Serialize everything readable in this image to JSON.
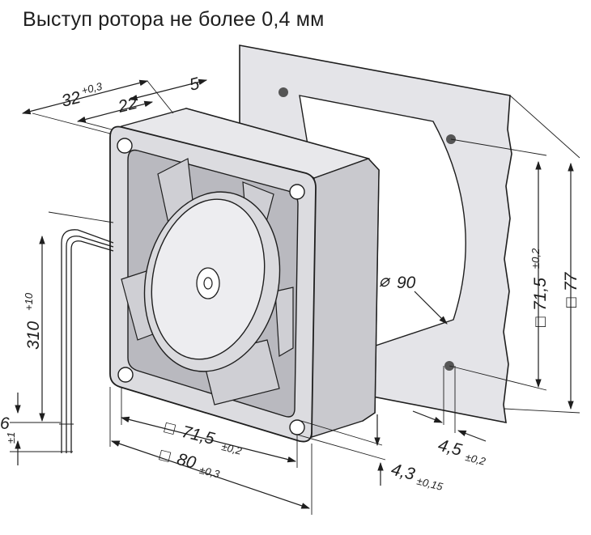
{
  "caption": "Выступ ротора не более 0,4 мм",
  "dimensions": {
    "depth": {
      "value": "32",
      "tol": "+0,3"
    },
    "depth_frame": {
      "value": "22"
    },
    "rotor_offset": {
      "value": "5"
    },
    "cable_length": {
      "value": "310",
      "tol": "+10"
    },
    "strip_length": {
      "value": "6",
      "tol": "±1"
    },
    "hole_pitch_bottom": {
      "prefix": "□",
      "value": "71,5",
      "tol": "±0,2"
    },
    "frame_size": {
      "prefix": "□",
      "value": "80",
      "tol": "±0,3"
    },
    "hole_dia_fan": {
      "value": "4,3",
      "tol": "±0,15"
    },
    "hole_dia_panel": {
      "value": "4,5",
      "tol": "±0,2"
    },
    "cutout_dia": {
      "prefix": "⌀",
      "value": "90"
    },
    "hole_pitch_panel": {
      "prefix": "□",
      "value": "71,5",
      "tol": "±0,2"
    },
    "panel_size": {
      "prefix": "□",
      "value": "77"
    }
  },
  "colors": {
    "line": "#1e1e1e",
    "panel_fill": "#e4e4e8",
    "frame_fill": "#d9d9dd",
    "blade_fill": "#cfcfd4",
    "hub_fill": "#ededf0"
  }
}
